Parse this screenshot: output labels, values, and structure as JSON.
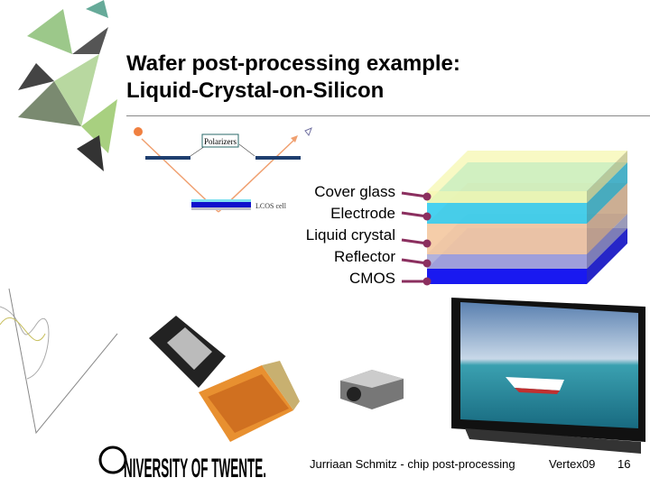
{
  "slide": {
    "title_line1": "Wafer post-processing example:",
    "title_line2": "Liquid-Crystal-on-Silicon"
  },
  "diagram": {
    "polarizers_label": "Polarizers",
    "lcos_label": "LCOS cell"
  },
  "layers": [
    {
      "label": "Cover glass",
      "color": "#f6f7b0"
    },
    {
      "label": "Electrode",
      "color": "#33ccee"
    },
    {
      "label": "Liquid crystal",
      "color": "#f4c8a0"
    },
    {
      "label": "Reflector",
      "color": "#aaaad8"
    },
    {
      "label": "CMOS",
      "color": "#0000ee"
    }
  ],
  "logo": {
    "text": "UNIVERSITY OF TWENTE."
  },
  "footer": {
    "author": "Jurriaan Schmitz - chip post-processing",
    "event": "Vertex09",
    "page": "16"
  },
  "colors": {
    "pin": "#8b2f5f",
    "beam": "#f0a070",
    "polarizer": "#1f3f6f"
  }
}
